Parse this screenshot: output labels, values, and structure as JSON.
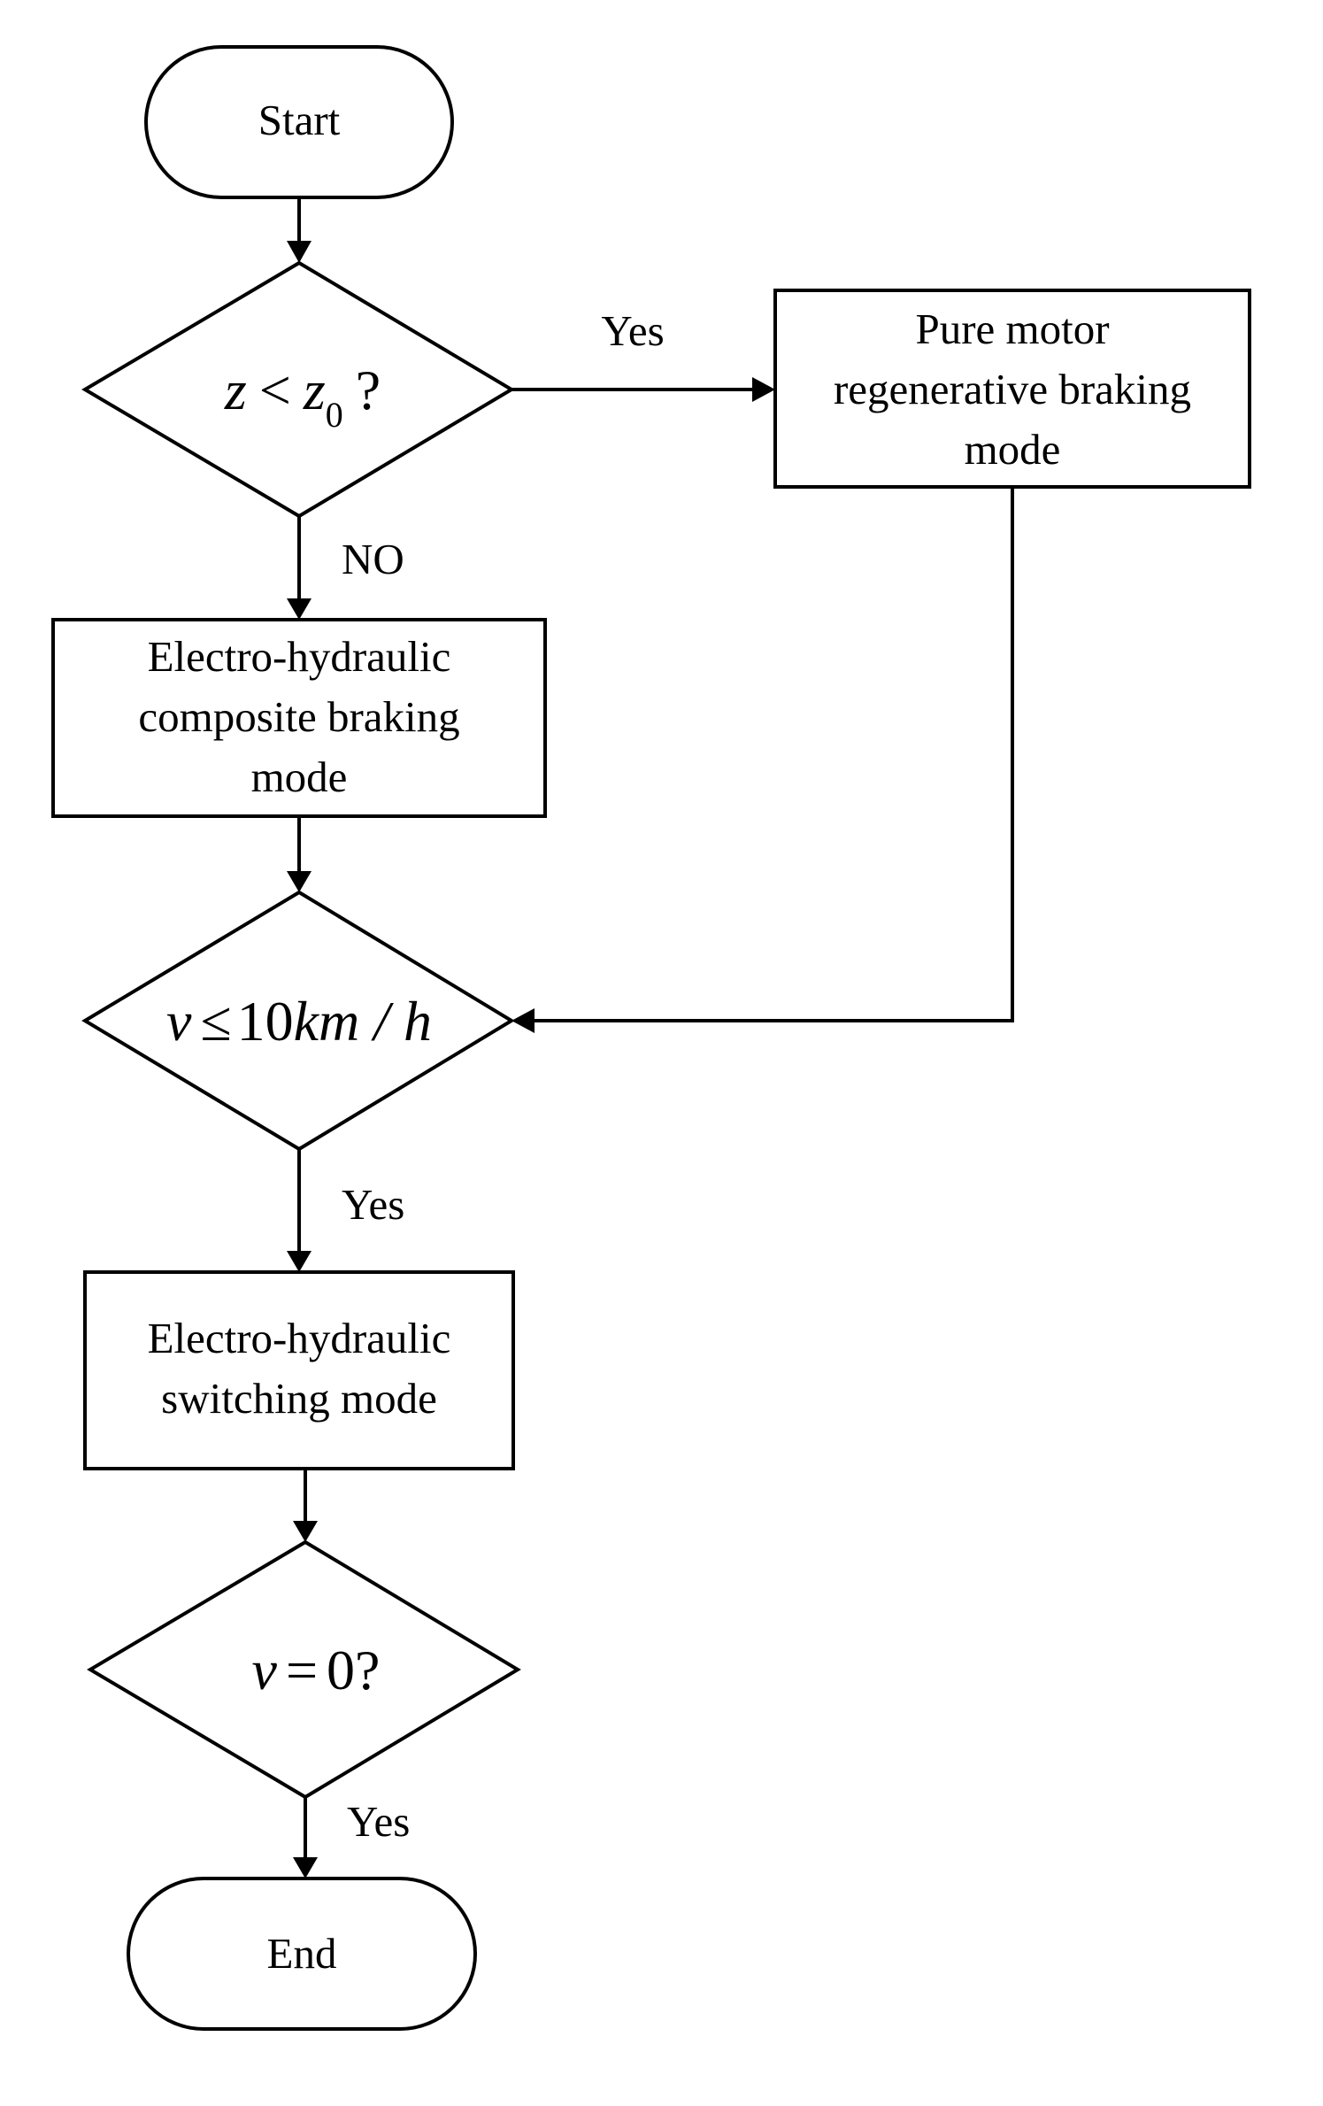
{
  "flowchart": {
    "start": {
      "label": "Start"
    },
    "decision_z": {
      "var": "z",
      "op": "<",
      "rhs": "z",
      "rhs_sub": "0",
      "suffix": "?"
    },
    "motor_mode": {
      "lines": [
        "Pure motor",
        "regenerative braking",
        "mode"
      ]
    },
    "composite_mode": {
      "lines": [
        "Electro-hydraulic",
        "composite braking",
        "mode"
      ]
    },
    "decision_v10": {
      "var": "v",
      "op": "≤",
      "num": "10",
      "unit": "km / h"
    },
    "switching_mode": {
      "lines": [
        "Electro-hydraulic",
        "switching mode"
      ]
    },
    "decision_v0": {
      "var": "v",
      "op": "=",
      "num": "0",
      "suffix": "?"
    },
    "end": {
      "label": "End"
    },
    "edge_labels": {
      "yes_1": "Yes",
      "no_1": "NO",
      "yes_2": "Yes",
      "yes_3": "Yes"
    }
  }
}
